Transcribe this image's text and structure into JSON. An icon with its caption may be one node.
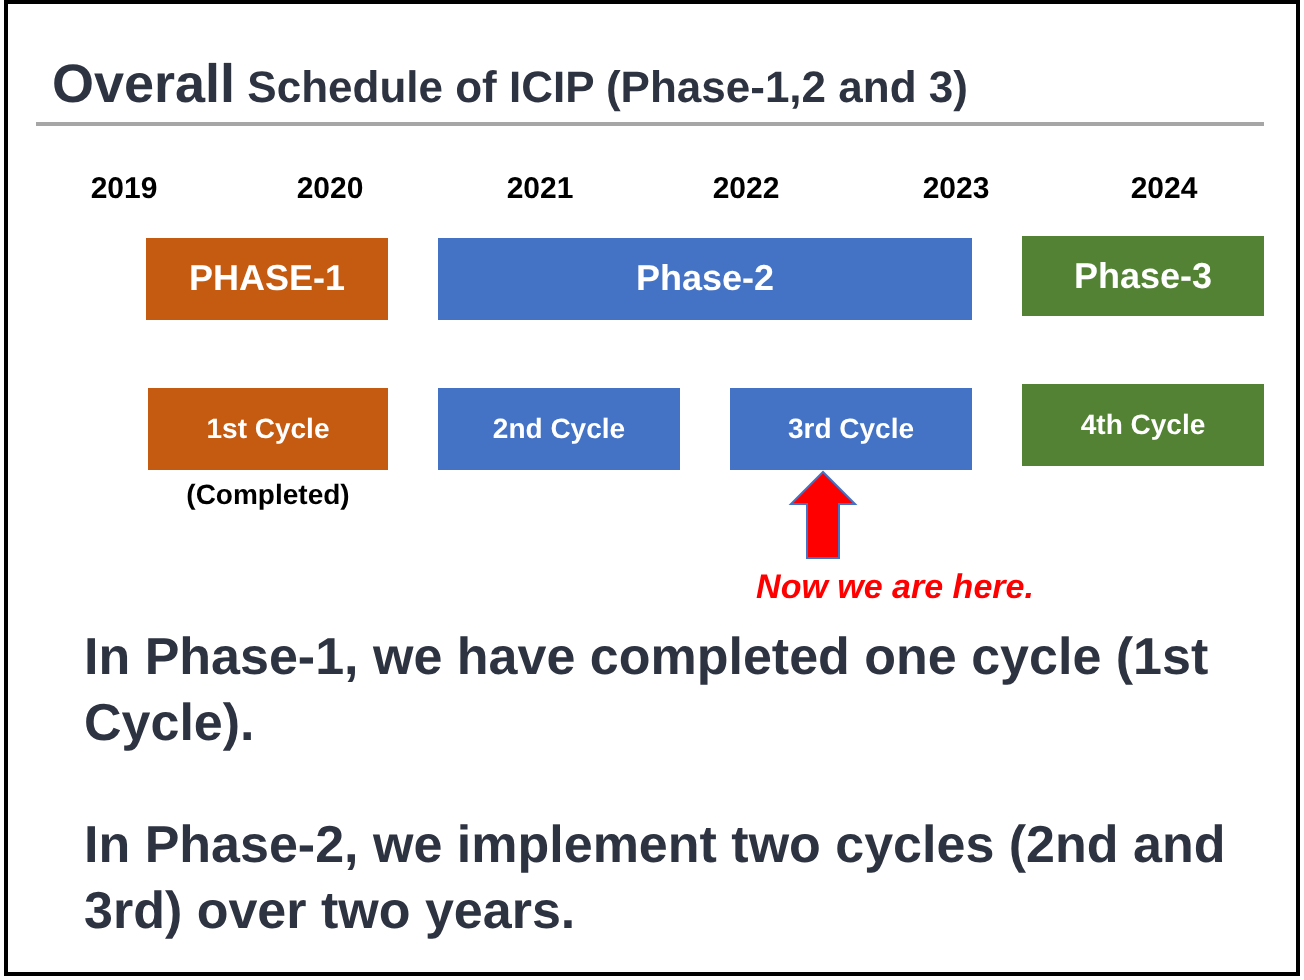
{
  "diagram": {
    "title": "Overall Schedule of ICIP (Phase-1,2 and 3)",
    "nodes": [
      {
        "text": [
          "PHASE-1"
        ]
      },
      {
        "text": [
          "Phase-2"
        ]
      },
      {
        "text": [
          "Phase-3"
        ]
      },
      {
        "text": [
          "1st Cycle"
        ],
        "beside": [
          "(Completed)"
        ]
      },
      {
        "text": [
          "2nd Cycle"
        ]
      },
      {
        "text": [
          "3rd Cycle"
        ]
      },
      {
        "text": [
          "4th Cycle"
        ]
      },
      {
        "text": [
          "Now we are here."
        ]
      }
    ],
    "edges": [
      {
        "from": 7,
        "to": 5,
        "arrow": "to",
        "style": "thick",
        "color": "#ff0000"
      }
    ],
    "labels": [
      "2019",
      "2020",
      "2021",
      "2022",
      "2023",
      "2024",
      "In Phase-1, we have completed one cycle (1st Cycle).",
      "In Phase-2, we implement two cycles (2nd and 3rd) over two years."
    ]
  }
}
